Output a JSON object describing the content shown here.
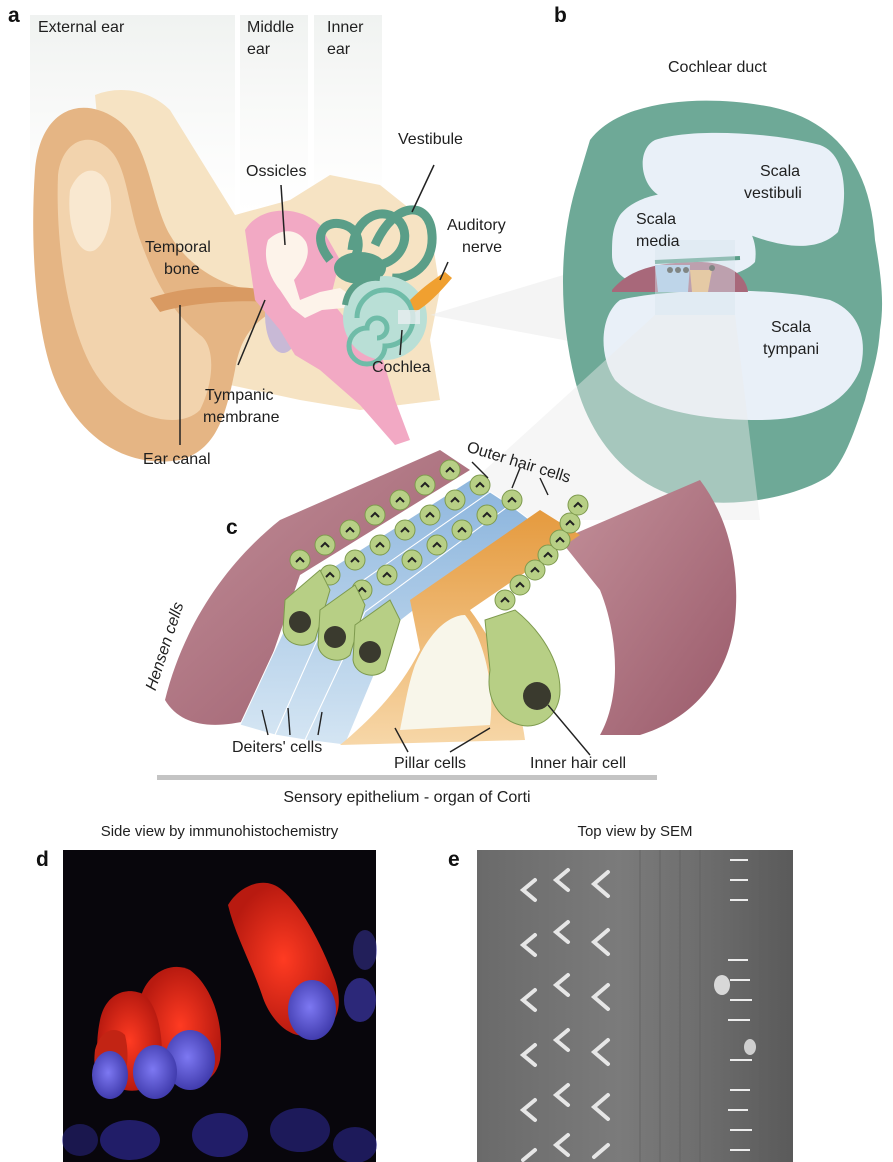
{
  "panels": {
    "a": "a",
    "b": "b",
    "c": "c",
    "d": "d",
    "e": "e"
  },
  "panel_a": {
    "regions": {
      "external_ear": "External ear",
      "middle_ear_1": "Middle",
      "middle_ear_2": "ear",
      "inner_ear_1": "Inner",
      "inner_ear_2": "ear"
    },
    "labels": {
      "temporal_bone_1": "Temporal",
      "temporal_bone_2": "bone",
      "ossicles": "Ossicles",
      "vestibule": "Vestibule",
      "auditory_nerve_1": "Auditory",
      "auditory_nerve_2": "nerve",
      "cochlea": "Cochlea",
      "tympanic_1": "Tympanic",
      "tympanic_2": "membrane",
      "ear_canal": "Ear canal"
    }
  },
  "panel_b": {
    "title": "Cochlear duct",
    "labels": {
      "scala_vestibuli_1": "Scala",
      "scala_vestibuli_2": "vestibuli",
      "scala_media_1": "Scala",
      "scala_media_2": "media",
      "scala_tympani_1": "Scala",
      "scala_tympani_2": "tympani"
    }
  },
  "panel_c": {
    "labels": {
      "outer_hair_cells": "Outer hair cells",
      "hensen_cells": "Hensen cells",
      "deiters_cells": "Deiters' cells",
      "pillar_cells": "Pillar cells",
      "inner_hair_cell": "Inner hair cell"
    },
    "caption": "Sensory epithelium - organ of Corti"
  },
  "panel_d": {
    "title": "Side view by immunohistochemistry"
  },
  "panel_e": {
    "title": "Top view by SEM"
  },
  "colors": {
    "ear_tan": "#e8bb8a",
    "bone": "#f6e3c3",
    "pink": "#f2a9c4",
    "teal": "#6ea997",
    "cochlea_light": "#b9dfd6",
    "scala": "#e9f0f8",
    "mauve": "#a8687a",
    "blue_cell": "#a9c8e6",
    "orange": "#f0b46a",
    "green_cell": "#b7cf85",
    "nucleus": "#3a3a2e",
    "stain_red": "#e02a1c",
    "stain_blue": "#5a55d8"
  }
}
